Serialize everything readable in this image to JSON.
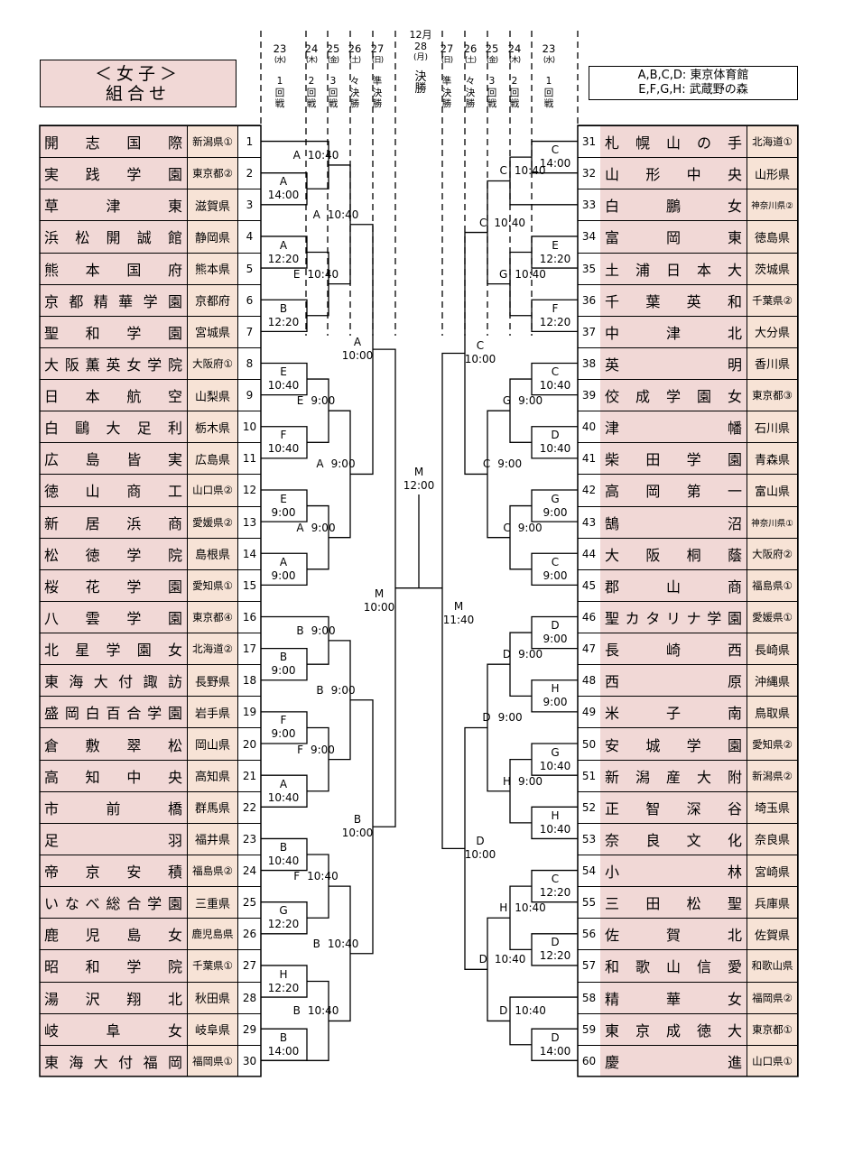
{
  "title": {
    "line1": "＜女子＞",
    "line2": "組合せ"
  },
  "venues": {
    "line1": "A,B,C,D: 東京体育館",
    "line2": "E,F,G,H: 武蔵野の森"
  },
  "final_header": {
    "month": "12月",
    "day": "28",
    "weekday": "(月)",
    "round": [
      "決",
      "勝"
    ]
  },
  "left_headers": [
    {
      "day": "23",
      "weekday": "(水)",
      "round": [
        "1",
        "回",
        "戦"
      ]
    },
    {
      "day": "24",
      "weekday": "(木)",
      "round": [
        "2",
        "回",
        "戦"
      ]
    },
    {
      "day": "25",
      "weekday": "(金)",
      "round": [
        "3",
        "回",
        "戦"
      ]
    },
    {
      "day": "26",
      "weekday": "(土)",
      "round": [
        "々",
        "決",
        "勝"
      ]
    },
    {
      "day": "27",
      "weekday": "(日)",
      "round": [
        "準",
        "決",
        "勝"
      ]
    }
  ],
  "right_headers": [
    {
      "day": "27",
      "weekday": "(日)",
      "round": [
        "準",
        "決",
        "勝"
      ]
    },
    {
      "day": "26",
      "weekday": "(土)",
      "round": [
        "々",
        "決",
        "勝"
      ]
    },
    {
      "day": "25",
      "weekday": "(金)",
      "round": [
        "3",
        "回",
        "戦"
      ]
    },
    {
      "day": "24",
      "weekday": "(木)",
      "round": [
        "2",
        "回",
        "戦"
      ]
    },
    {
      "day": "23",
      "weekday": "(水)",
      "round": [
        "1",
        "回",
        "戦"
      ]
    }
  ],
  "left_teams": [
    {
      "num": "1",
      "school": "開志国際",
      "pref": "新潟県①"
    },
    {
      "num": "2",
      "school": "実践学園",
      "pref": "東京都②"
    },
    {
      "num": "3",
      "school": "草津東",
      "pref": "滋賀県"
    },
    {
      "num": "4",
      "school": "浜松開誠館",
      "pref": "静岡県"
    },
    {
      "num": "5",
      "school": "熊本国府",
      "pref": "熊本県"
    },
    {
      "num": "6",
      "school": "京都精華学園",
      "pref": "京都府"
    },
    {
      "num": "7",
      "school": "聖和学園",
      "pref": "宮城県"
    },
    {
      "num": "8",
      "school": "大阪薫英女学院",
      "pref": "大阪府①"
    },
    {
      "num": "9",
      "school": "日本航空",
      "pref": "山梨県"
    },
    {
      "num": "10",
      "school": "白鷗大足利",
      "pref": "栃木県"
    },
    {
      "num": "11",
      "school": "広島皆実",
      "pref": "広島県"
    },
    {
      "num": "12",
      "school": "徳山商工",
      "pref": "山口県②"
    },
    {
      "num": "13",
      "school": "新居浜商",
      "pref": "愛媛県②"
    },
    {
      "num": "14",
      "school": "松徳学院",
      "pref": "島根県"
    },
    {
      "num": "15",
      "school": "桜花学園",
      "pref": "愛知県①"
    },
    {
      "num": "16",
      "school": "八雲学園",
      "pref": "東京都④"
    },
    {
      "num": "17",
      "school": "北星学園女",
      "pref": "北海道②"
    },
    {
      "num": "18",
      "school": "東海大付諏訪",
      "pref": "長野県"
    },
    {
      "num": "19",
      "school": "盛岡白百合学園",
      "pref": "岩手県"
    },
    {
      "num": "20",
      "school": "倉敷翠松",
      "pref": "岡山県"
    },
    {
      "num": "21",
      "school": "高知中央",
      "pref": "高知県"
    },
    {
      "num": "22",
      "school": "市前橋",
      "pref": "群馬県"
    },
    {
      "num": "23",
      "school": "足羽",
      "pref": "福井県"
    },
    {
      "num": "24",
      "school": "帝京安積",
      "pref": "福島県②"
    },
    {
      "num": "25",
      "school": "いなべ総合学園",
      "pref": "三重県"
    },
    {
      "num": "26",
      "school": "鹿児島女",
      "pref": "鹿児島県"
    },
    {
      "num": "27",
      "school": "昭和学院",
      "pref": "千葉県①"
    },
    {
      "num": "28",
      "school": "湯沢翔北",
      "pref": "秋田県"
    },
    {
      "num": "29",
      "school": "岐阜女",
      "pref": "岐阜県"
    },
    {
      "num": "30",
      "school": "東海大付福岡",
      "pref": "福岡県①"
    }
  ],
  "right_teams": [
    {
      "num": "31",
      "school": "札幌山の手",
      "pref": "北海道①"
    },
    {
      "num": "32",
      "school": "山形中央",
      "pref": "山形県"
    },
    {
      "num": "33",
      "school": "白鵬女",
      "pref": "神奈川県②"
    },
    {
      "num": "34",
      "school": "富岡東",
      "pref": "徳島県"
    },
    {
      "num": "35",
      "school": "土浦日本大",
      "pref": "茨城県"
    },
    {
      "num": "36",
      "school": "千葉英和",
      "pref": "千葉県②"
    },
    {
      "num": "37",
      "school": "中津北",
      "pref": "大分県"
    },
    {
      "num": "38",
      "school": "英明",
      "pref": "香川県"
    },
    {
      "num": "39",
      "school": "佼成学園女",
      "pref": "東京都③"
    },
    {
      "num": "40",
      "school": "津幡",
      "pref": "石川県"
    },
    {
      "num": "41",
      "school": "柴田学園",
      "pref": "青森県"
    },
    {
      "num": "42",
      "school": "高岡第一",
      "pref": "富山県"
    },
    {
      "num": "43",
      "school": "鵠沼",
      "pref": "神奈川県①"
    },
    {
      "num": "44",
      "school": "大阪桐蔭",
      "pref": "大阪府②"
    },
    {
      "num": "45",
      "school": "郡山商",
      "pref": "福島県①"
    },
    {
      "num": "46",
      "school": "聖カタリナ学園",
      "pref": "愛媛県①"
    },
    {
      "num": "47",
      "school": "長崎西",
      "pref": "長崎県"
    },
    {
      "num": "48",
      "school": "西原",
      "pref": "沖縄県"
    },
    {
      "num": "49",
      "school": "米子南",
      "pref": "鳥取県"
    },
    {
      "num": "50",
      "school": "安城学園",
      "pref": "愛知県②"
    },
    {
      "num": "51",
      "school": "新潟産大附",
      "pref": "新潟県②"
    },
    {
      "num": "52",
      "school": "正智深谷",
      "pref": "埼玉県"
    },
    {
      "num": "53",
      "school": "奈良文化",
      "pref": "奈良県"
    },
    {
      "num": "54",
      "school": "小林",
      "pref": "宮崎県"
    },
    {
      "num": "55",
      "school": "三田松聖",
      "pref": "兵庫県"
    },
    {
      "num": "56",
      "school": "佐賀北",
      "pref": "佐賀県"
    },
    {
      "num": "57",
      "school": "和歌山信愛",
      "pref": "和歌山県"
    },
    {
      "num": "58",
      "school": "精華女",
      "pref": "福岡県②"
    },
    {
      "num": "59",
      "school": "東京成徳大",
      "pref": "東京都①"
    },
    {
      "num": "60",
      "school": "慶進",
      "pref": "山口県①"
    }
  ],
  "left_matches": {
    "r1": [
      {
        "court": "A",
        "time": "14:00"
      },
      {
        "court": "A",
        "time": "12:20"
      },
      {
        "court": "B",
        "time": "12:20"
      },
      {
        "court": "E",
        "time": "10:40"
      },
      {
        "court": "F",
        "time": "10:40"
      },
      {
        "court": "E",
        "time": "9:00"
      },
      {
        "court": "A",
        "time": "9:00"
      },
      {
        "court": "B",
        "time": "9:00"
      },
      {
        "court": "F",
        "time": "9:00"
      },
      {
        "court": "A",
        "time": "10:40"
      },
      {
        "court": "B",
        "time": "10:40"
      },
      {
        "court": "G",
        "time": "12:20"
      },
      {
        "court": "H",
        "time": "12:20"
      },
      {
        "court": "B",
        "time": "14:00"
      }
    ],
    "r2": [
      {
        "court": "A",
        "time": "10:40"
      },
      {
        "court": "E",
        "time": "10:40"
      },
      {
        "court": "E",
        "time": "9:00"
      },
      {
        "court": "A",
        "time": "9:00"
      },
      {
        "court": "B",
        "time": "9:00"
      },
      {
        "court": "F",
        "time": "9:00"
      },
      {
        "court": "F",
        "time": "10:40"
      },
      {
        "court": "B",
        "time": "10:40"
      }
    ],
    "r3": [
      {
        "court": "A",
        "time": "10:40"
      },
      {
        "court": "A",
        "time": "9:00"
      },
      {
        "court": "B",
        "time": "9:00"
      },
      {
        "court": "B",
        "time": "10:40"
      }
    ],
    "qf": [
      {
        "court": "A",
        "time": "10:00"
      },
      {
        "court": "B",
        "time": "10:00"
      }
    ],
    "sf": {
      "court": "M",
      "time": "10:00"
    }
  },
  "right_matches": {
    "r1": [
      {
        "court": "C",
        "time": "14:00"
      },
      {
        "court": "E",
        "time": "12:20"
      },
      {
        "court": "F",
        "time": "12:20"
      },
      {
        "court": "C",
        "time": "10:40"
      },
      {
        "court": "D",
        "time": "10:40"
      },
      {
        "court": "G",
        "time": "9:00"
      },
      {
        "court": "C",
        "time": "9:00"
      },
      {
        "court": "D",
        "time": "9:00"
      },
      {
        "court": "H",
        "time": "9:00"
      },
      {
        "court": "G",
        "time": "10:40"
      },
      {
        "court": "H",
        "time": "10:40"
      },
      {
        "court": "C",
        "time": "12:20"
      },
      {
        "court": "D",
        "time": "12:20"
      },
      {
        "court": "D",
        "time": "14:00"
      }
    ],
    "r2": [
      {
        "court": "C",
        "time": "10:40"
      },
      {
        "court": "G",
        "time": "10:40"
      },
      {
        "court": "G",
        "time": "9:00"
      },
      {
        "court": "C",
        "time": "9:00"
      },
      {
        "court": "D",
        "time": "9:00"
      },
      {
        "court": "H",
        "time": "9:00"
      },
      {
        "court": "H",
        "time": "10:40"
      },
      {
        "court": "D",
        "time": "10:40"
      }
    ],
    "r3": [
      {
        "court": "C",
        "time": "10:40"
      },
      {
        "court": "C",
        "time": "9:00"
      },
      {
        "court": "D",
        "time": "9:00"
      },
      {
        "court": "D",
        "time": "10:40"
      }
    ],
    "qf": [
      {
        "court": "C",
        "time": "10:00"
      },
      {
        "court": "D",
        "time": "10:00"
      }
    ],
    "sf": {
      "court": "M",
      "time": "11:40"
    }
  },
  "final_match": {
    "court": "M",
    "time": "12:00"
  }
}
